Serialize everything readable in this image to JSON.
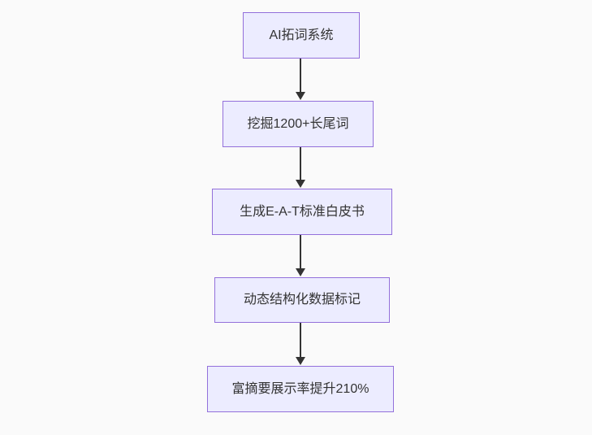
{
  "theme": {
    "page_bg": "#fafafa",
    "node_fill": "#ECECFF",
    "node_border": "#9370DB",
    "text_color": "#333333",
    "arrow_color": "#333333"
  },
  "flowchart": {
    "type": "flowchart",
    "direction": "top-down",
    "nodes": [
      {
        "id": "n1",
        "label": "AI拓词系统"
      },
      {
        "id": "n2",
        "label": "挖掘1200+长尾词"
      },
      {
        "id": "n3",
        "label": "生成E-A-T标准白皮书"
      },
      {
        "id": "n4",
        "label": "动态结构化数据标记"
      },
      {
        "id": "n5",
        "label": "富摘要展示率提升210%"
      }
    ],
    "edges": [
      {
        "from": "n1",
        "to": "n2"
      },
      {
        "from": "n2",
        "to": "n3"
      },
      {
        "from": "n3",
        "to": "n4"
      },
      {
        "from": "n4",
        "to": "n5"
      }
    ]
  }
}
